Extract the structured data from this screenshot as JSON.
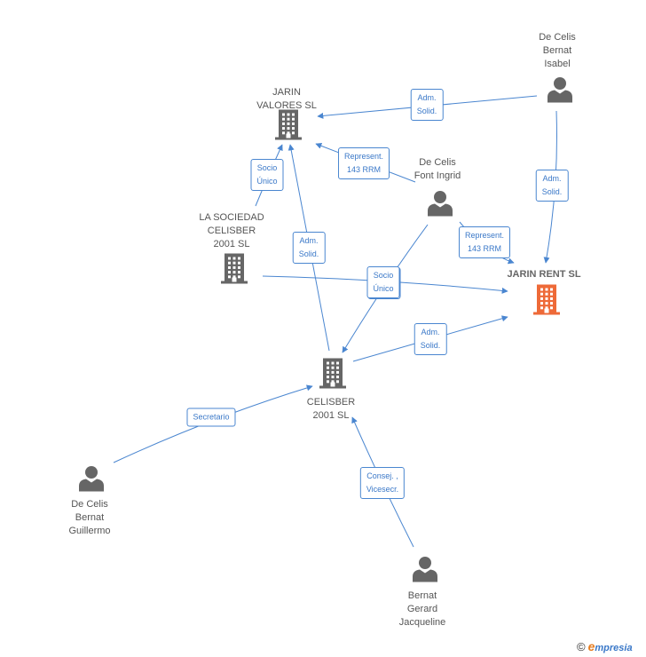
{
  "colors": {
    "edge": "#4a86d0",
    "node": "#666666",
    "focus": "#ee6a38"
  },
  "nodes": [
    {
      "id": "jarin_rent",
      "label": "JARIN RENT SL",
      "kind": "company",
      "focus": true
    },
    {
      "id": "jarin_valores",
      "label": "JARIN\nVALORES SL",
      "kind": "company"
    },
    {
      "id": "sociedad_celisber",
      "label": "LA SOCIEDAD\nCELISBER\n2001  SL",
      "kind": "company"
    },
    {
      "id": "celisber",
      "label": "CELISBER\n2001 SL",
      "kind": "company"
    },
    {
      "id": "isabel",
      "label": "De Celis\nBernat\nIsabel",
      "kind": "person"
    },
    {
      "id": "ingrid",
      "label": "De Celis\nFont Ingrid",
      "kind": "person"
    },
    {
      "id": "guillermo",
      "label": "De Celis\nBernat\nGuillermo",
      "kind": "person"
    },
    {
      "id": "jacqueline",
      "label": "Bernat\nGerard\nJacqueline",
      "kind": "person"
    }
  ],
  "edges": [
    {
      "from": "isabel",
      "to": "jarin_valores",
      "label": "Adm.\nSolid."
    },
    {
      "from": "isabel",
      "to": "jarin_rent",
      "label": "Adm.\nSolid."
    },
    {
      "from": "ingrid",
      "to": "jarin_valores",
      "label": "Represent.\n143 RRM"
    },
    {
      "from": "ingrid",
      "to": "jarin_rent",
      "label": "Represent.\n143 RRM"
    },
    {
      "from": "sociedad_celisber",
      "to": "jarin_valores",
      "label": "Socio\nÚnico"
    },
    {
      "from": "sociedad_celisber",
      "to": "jarin_rent",
      "label": "Socio\nÚnico"
    },
    {
      "from": "celisber",
      "to": "jarin_valores",
      "label": "Adm.\nSolid."
    },
    {
      "from": "celisber",
      "to": "jarin_rent",
      "label": "Adm.\nSolid."
    },
    {
      "from": "ingrid",
      "to": "celisber",
      "label": "Socio\nÚnico"
    },
    {
      "from": "guillermo",
      "to": "celisber",
      "label": "Secretario"
    },
    {
      "from": "jacqueline",
      "to": "celisber",
      "label": "Consej. ,\nVicesecr."
    }
  ],
  "footer": {
    "copyright": "©",
    "brand_initial": "e",
    "brand_rest": "mpresia"
  }
}
